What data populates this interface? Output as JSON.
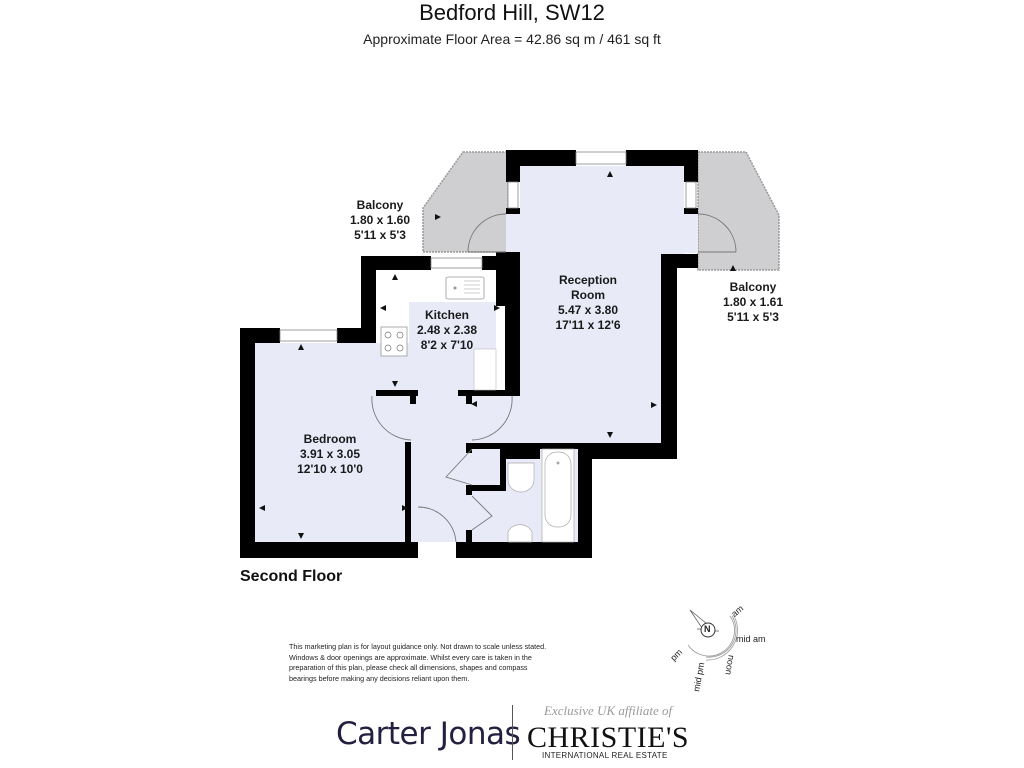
{
  "header": {
    "title": "Bedford Hill, SW12",
    "subtitle": "Approximate Floor Area = 42.86 sq m / 461 sq ft"
  },
  "rooms": [
    {
      "name": "Balcony",
      "metric": "1.80 x 1.60",
      "imperial": "5'11 x 5'3"
    },
    {
      "name": "Kitchen",
      "metric": "2.48 x 2.38",
      "imperial": "8'2 x 7'10"
    },
    {
      "name": "Reception Room",
      "name_line1": "Reception",
      "name_line2": "Room",
      "metric": "5.47 x 3.80",
      "imperial": "17'11 x 12'6"
    },
    {
      "name": "Balcony",
      "metric": "1.80 x 1.61",
      "imperial": "5'11 x 5'3"
    },
    {
      "name": "Bedroom",
      "metric": "3.91 x 3.05",
      "imperial": "12'10 x 10'0"
    }
  ],
  "floor_label": "Second Floor",
  "disclaimer": "This marketing plan is for layout guidance only. Not drawn to scale unless stated. Windows & door openings are approximate. Whilst every care is taken in the preparation of this plan,  please check all dimensions, shapes and compass bearings before making any decisions reliant upon them.",
  "compass": {
    "north": "N",
    "labels": [
      "am",
      "mid am",
      "noon",
      "mid pm",
      "pm"
    ]
  },
  "branding": {
    "agent": "Carter Jonas",
    "affiliate_tagline": "Exclusive UK affiliate of",
    "affiliate_name": "CHRISTIE'S",
    "affiliate_sub": "INTERNATIONAL REAL ESTATE"
  },
  "colors": {
    "room_fill": "#e8eaf8",
    "balcony_fill": "#cfcfd1",
    "wall": "#000000",
    "brand_navy": "#23203f"
  }
}
